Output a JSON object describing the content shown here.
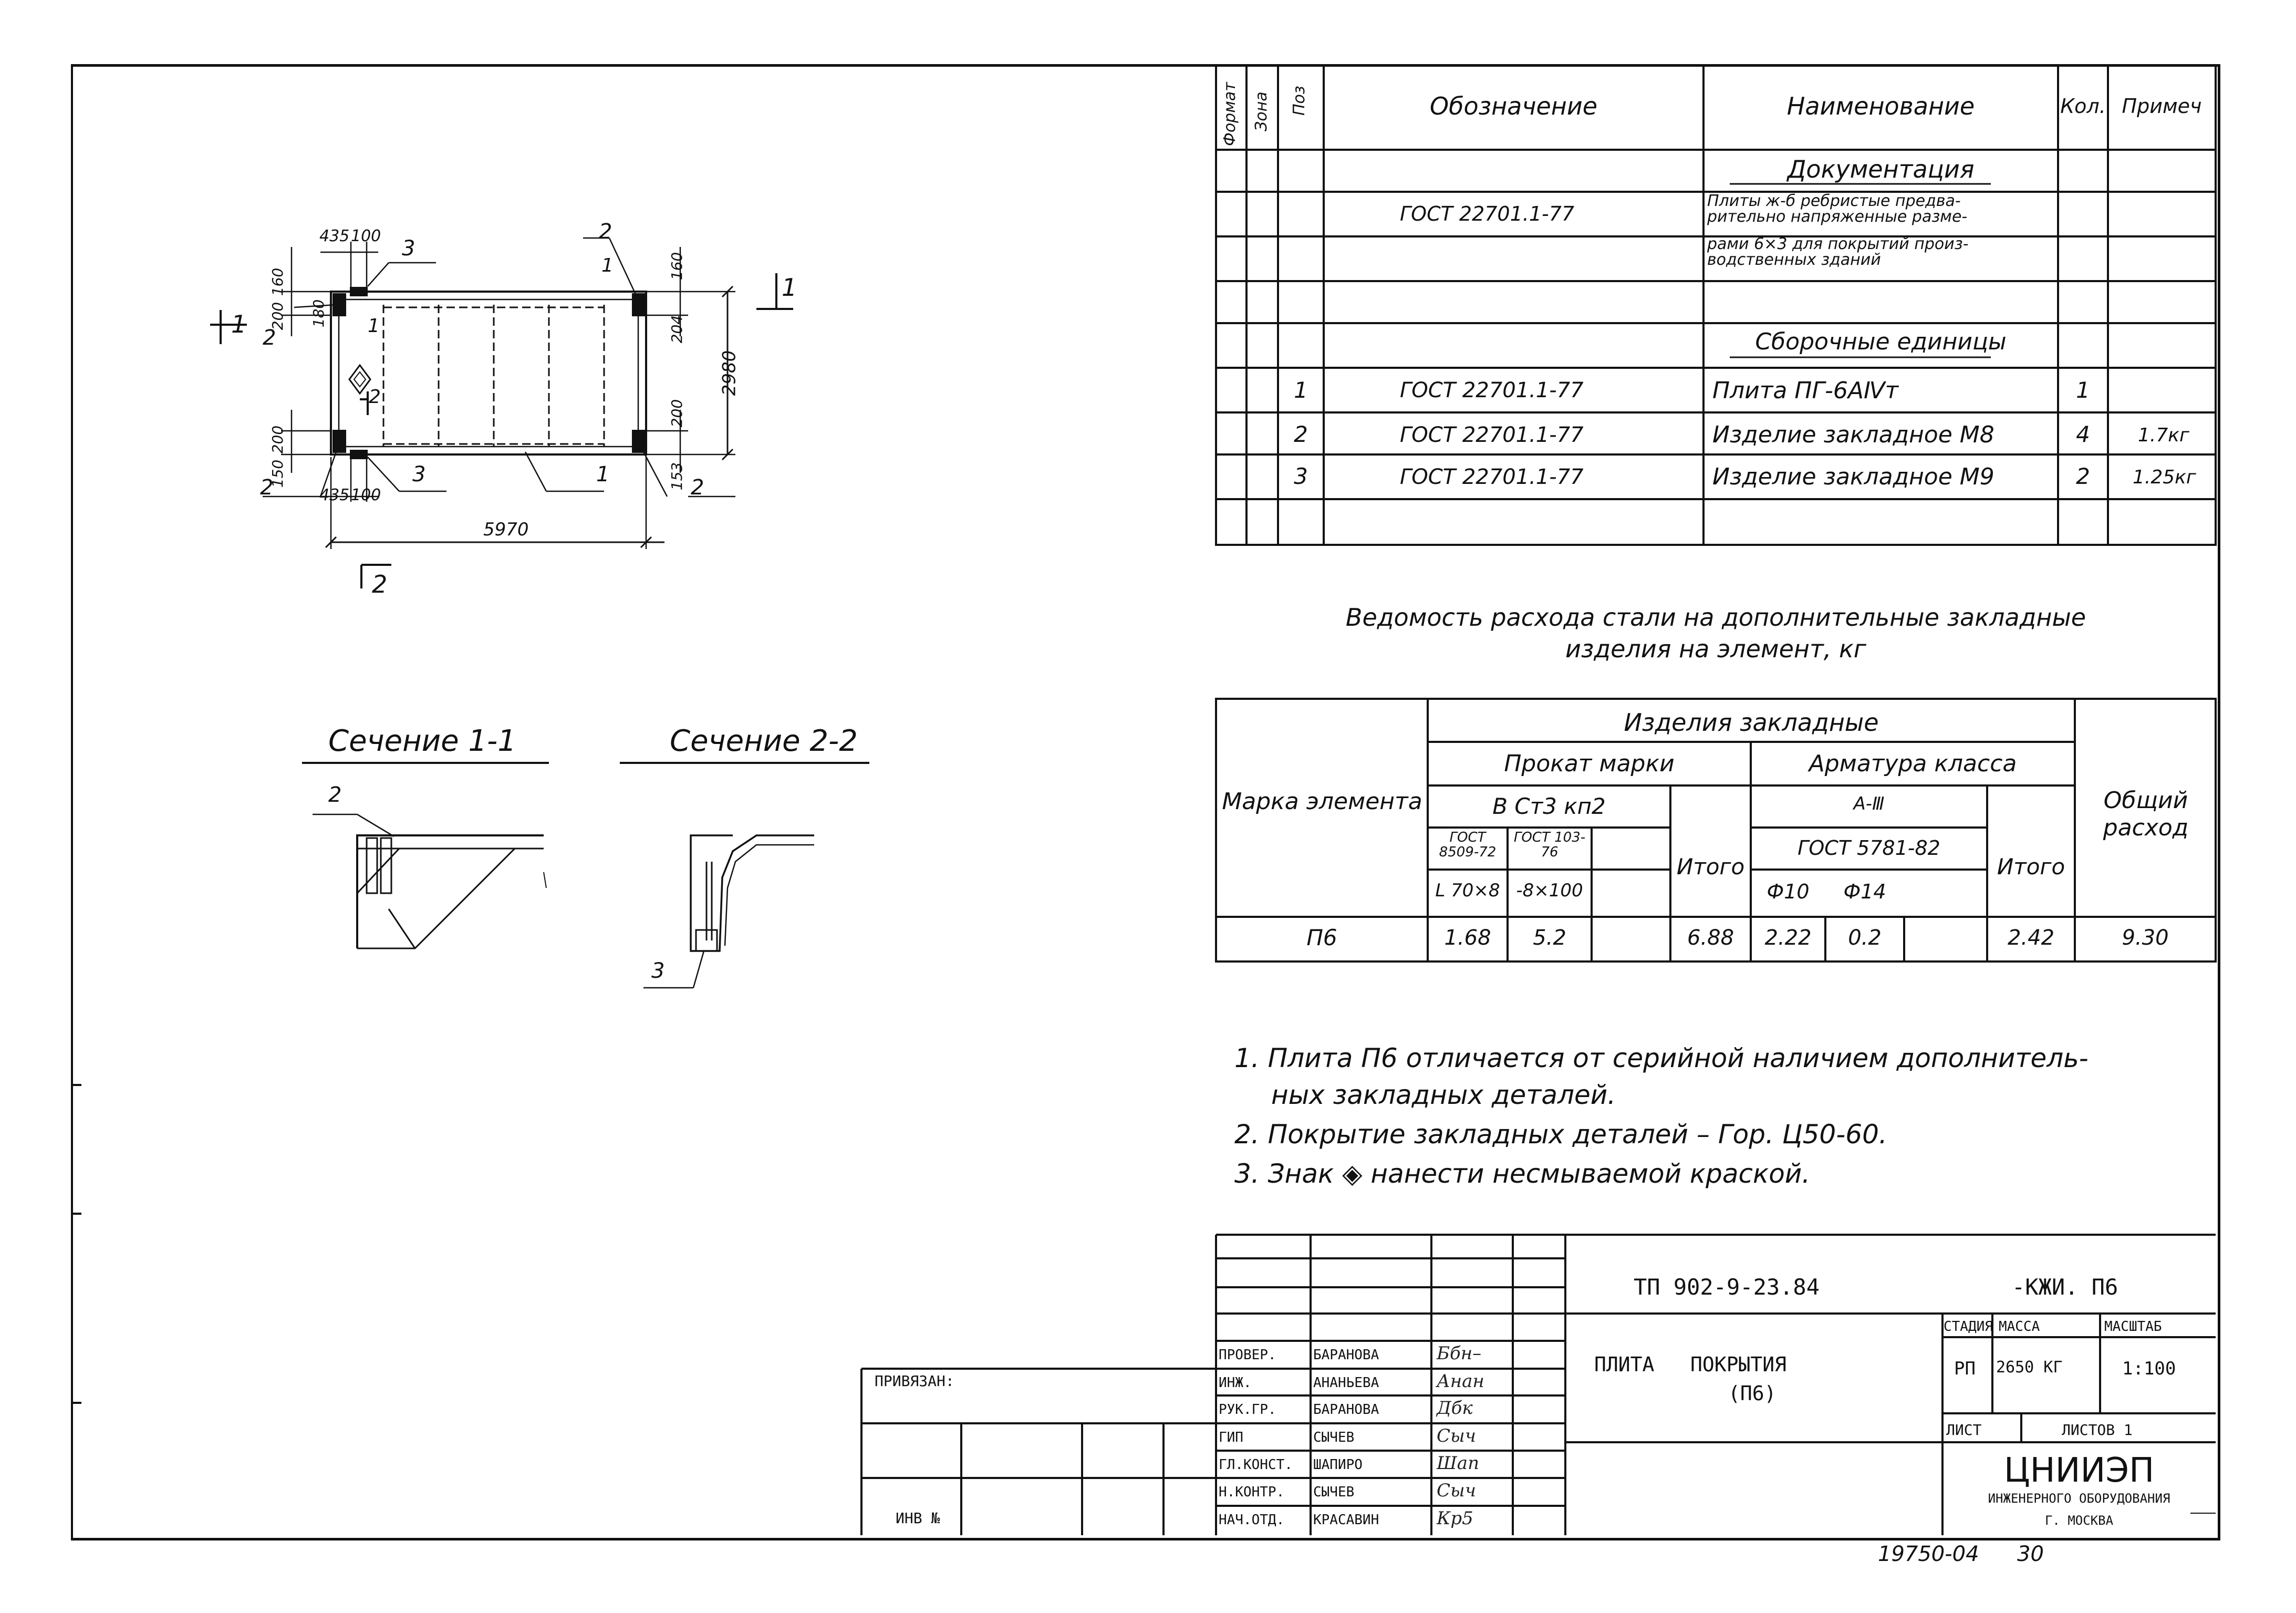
{
  "spec": {
    "headers": {
      "format": "Формат",
      "zone": "Зона",
      "pos": "Поз",
      "designation": "Обозначение",
      "name": "Наименование",
      "qty": "Кол.",
      "note": "Примеч"
    },
    "section_docs": "Документация",
    "doc_designation": "ГОСТ 22701.1-77",
    "doc_name_lines": [
      "Плиты ж-б ребристые предва-",
      "рительно напряженные разме-",
      "рами 6×3 для покрытий произ-",
      "водственных зданий"
    ],
    "section_assembly": "Сборочные единицы",
    "rows": [
      {
        "pos": "1",
        "designation": "ГОСТ 22701.1-77",
        "name": "Плита ПГ-6АⅣт",
        "qty": "1",
        "note": ""
      },
      {
        "pos": "2",
        "designation": "ГОСТ 22701.1-77",
        "name": "Изделие закладное М8",
        "qty": "4",
        "note": "1.7кг"
      },
      {
        "pos": "3",
        "designation": "ГОСТ 22701.1-77",
        "name": "Изделие закладное М9",
        "qty": "2",
        "note": "1.25кг"
      }
    ]
  },
  "drawing": {
    "dims": {
      "d435a": "435",
      "d100a": "100",
      "d160a": "160",
      "d200a": "200",
      "d180": "180",
      "d2980": "2980",
      "d160b": "160",
      "d204": "204",
      "d150": "150",
      "d200b": "200",
      "d200c": "200",
      "d153": "153",
      "d435b": "435",
      "d100b": "100",
      "d5970": "5970"
    },
    "callouts": {
      "c1": "1",
      "c2": "2",
      "c3": "3"
    },
    "cut1": "1",
    "cut2": "2",
    "section_1_title": "Сечение 1-1",
    "section_2_title": "Сечение 2-2"
  },
  "steel": {
    "title_line1": "Ведомость расхода стали на дополнительные закладные",
    "title_line2": "изделия на элемент, кг",
    "h_mark": "Марка элемента",
    "h_items": "Изделия закладные",
    "h_rolled": "Прокат марки",
    "h_rebar": "Арматура класса",
    "h_total_all": "Общий расход",
    "h_grade": "В Ст3 кп2",
    "h_gost1": "ГОСТ 8509-72",
    "h_gost2": "ГОСТ 103-76",
    "h_subtotal": "Итого",
    "h_class": "А-Ⅲ",
    "h_gost3": "ГОСТ 5781-82",
    "h_l70": "L 70×8",
    "h_strip": "-8×100",
    "h_d10": "Ф10",
    "h_d14": "Ф14",
    "row": {
      "mark": "П6",
      "v1": "1.68",
      "v2": "5.2",
      "v3": "",
      "sub1": "6.88",
      "v4": "2.22",
      "v5": "0.2",
      "v6": "",
      "sub2": "2.42",
      "total": "9.30"
    }
  },
  "notes": [
    "1. Плита П6 отличается от серийной наличием дополнитель-",
    "ных закладных деталей.",
    "2. Покрытие закладных деталей – Гор. Ц50-60.",
    "3. Знак ◈ нанести несмываемой краской."
  ],
  "title_block": {
    "doc_code": "ТП 902-9-23.84",
    "doc_suffix": "-КЖИ. П6",
    "title_line1": "ПЛИТА   ПОКРЫТИЯ",
    "title_line2": "(П6)",
    "stage_h": "СТАДИЯ",
    "mass_h": "МАССА",
    "scale_h": "МАСШТАБ",
    "stage": "РП",
    "mass": "2650 КГ",
    "scale": "1:100",
    "sheet_h": "ЛИСТ",
    "sheets_h": "ЛИСТОВ 1",
    "org1": "ЦНИИЭП",
    "org2": "ИНЖЕНЕРНОГО ОБОРУДОВАНИЯ",
    "org3": "Г. МОСКВА",
    "privyazan": "ПРИВЯЗАН:",
    "inv": "ИНВ №",
    "roles": [
      "ПРОВЕР.",
      "ИНЖ.",
      "РУК.ГР.",
      "ГИП",
      "ГЛ.КОНСТ.",
      "Н.КОНТР.",
      "НАЧ.ОТД."
    ],
    "names": [
      "БАРАНОВА",
      "АНАНЬЕВА",
      "БАРАНОВА",
      "СЫЧЕВ",
      "ШАПИРО",
      "СЫЧЕВ",
      "КРАСАВИН"
    ],
    "signs": [
      "Ббн–",
      "Анан",
      "Дбк",
      "Сыч",
      "Шап",
      "Сыч",
      "Кр5"
    ],
    "footer": "19750-04",
    "page_no": "30"
  }
}
